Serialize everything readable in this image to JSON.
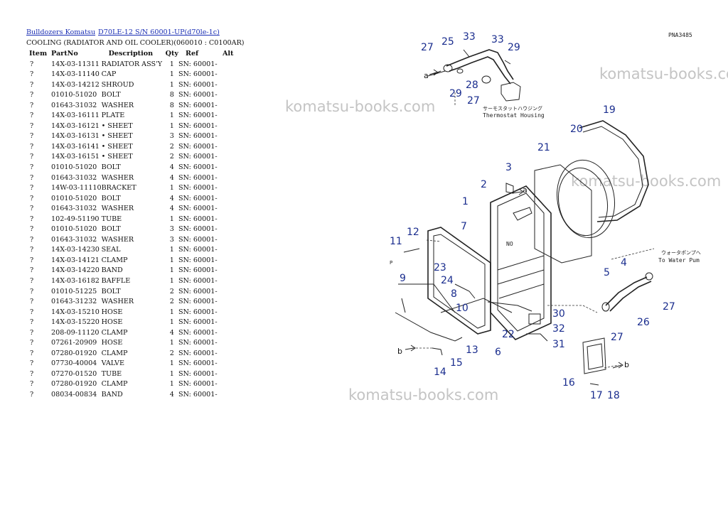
{
  "breadcrumb": {
    "link1": "Bulldozers Komatsu",
    "link2": "D70LE-12 S/N 60001-UP(d70le-1c)"
  },
  "section_title": "COOLING (RADIATOR AND OIL COOLER)(060010 : C0100AR)",
  "table": {
    "headers": {
      "item": "Item",
      "partno": "PartNo",
      "description": "Description",
      "qty": "Qty",
      "ref": "Ref",
      "alt": "Alt"
    },
    "rows": [
      {
        "item": "?",
        "partno": "14X-03-11311",
        "desc": "RADIATOR ASS'Y",
        "qty": "1",
        "ref": "SN: 60001-"
      },
      {
        "item": "?",
        "partno": "14X-03-11140",
        "desc": "CAP",
        "qty": "1",
        "ref": "SN: 60001-"
      },
      {
        "item": "?",
        "partno": "14X-03-14212",
        "desc": "SHROUD",
        "qty": "1",
        "ref": "SN: 60001-"
      },
      {
        "item": "?",
        "partno": "01010-51020",
        "desc": "BOLT",
        "qty": "8",
        "ref": "SN: 60001-"
      },
      {
        "item": "?",
        "partno": "01643-31032",
        "desc": "WASHER",
        "qty": "8",
        "ref": "SN: 60001-"
      },
      {
        "item": "?",
        "partno": "14X-03-16111",
        "desc": "PLATE",
        "qty": "1",
        "ref": "SN: 60001-"
      },
      {
        "item": "?",
        "partno": "14X-03-16121",
        "desc": "• SHEET",
        "qty": "1",
        "ref": "SN: 60001-"
      },
      {
        "item": "?",
        "partno": "14X-03-16131",
        "desc": "• SHEET",
        "qty": "3",
        "ref": "SN: 60001-"
      },
      {
        "item": "?",
        "partno": "14X-03-16141",
        "desc": "• SHEET",
        "qty": "2",
        "ref": "SN: 60001-"
      },
      {
        "item": "?",
        "partno": "14X-03-16151",
        "desc": "• SHEET",
        "qty": "2",
        "ref": "SN: 60001-"
      },
      {
        "item": "?",
        "partno": "01010-51020",
        "desc": "BOLT",
        "qty": "4",
        "ref": "SN: 60001-"
      },
      {
        "item": "?",
        "partno": "01643-31032",
        "desc": "WASHER",
        "qty": "4",
        "ref": "SN: 60001-"
      },
      {
        "item": "?",
        "partno": "14W-03-11110",
        "desc": "BRACKET",
        "qty": "1",
        "ref": "SN: 60001-"
      },
      {
        "item": "?",
        "partno": "01010-51020",
        "desc": "BOLT",
        "qty": "4",
        "ref": "SN: 60001-"
      },
      {
        "item": "?",
        "partno": "01643-31032",
        "desc": "WASHER",
        "qty": "4",
        "ref": "SN: 60001-"
      },
      {
        "item": "?",
        "partno": "102-49-51190",
        "desc": "TUBE",
        "qty": "1",
        "ref": "SN: 60001-"
      },
      {
        "item": "?",
        "partno": "01010-51020",
        "desc": "BOLT",
        "qty": "3",
        "ref": "SN: 60001-"
      },
      {
        "item": "?",
        "partno": "01643-31032",
        "desc": "WASHER",
        "qty": "3",
        "ref": "SN: 60001-"
      },
      {
        "item": "?",
        "partno": "14X-03-14230",
        "desc": "SEAL",
        "qty": "1",
        "ref": "SN: 60001-"
      },
      {
        "item": "?",
        "partno": "14X-03-14121",
        "desc": "CLAMP",
        "qty": "1",
        "ref": "SN: 60001-"
      },
      {
        "item": "?",
        "partno": "14X-03-14220",
        "desc": "BAND",
        "qty": "1",
        "ref": "SN: 60001-"
      },
      {
        "item": "?",
        "partno": "14X-03-16182",
        "desc": "BAFFLE",
        "qty": "1",
        "ref": "SN: 60001-"
      },
      {
        "item": "?",
        "partno": "01010-51225",
        "desc": "BOLT",
        "qty": "2",
        "ref": "SN: 60001-"
      },
      {
        "item": "?",
        "partno": "01643-31232",
        "desc": "WASHER",
        "qty": "2",
        "ref": "SN: 60001-"
      },
      {
        "item": "?",
        "partno": "14X-03-15210",
        "desc": "HOSE",
        "qty": "1",
        "ref": "SN: 60001-"
      },
      {
        "item": "?",
        "partno": "14X-03-15220",
        "desc": "HOSE",
        "qty": "1",
        "ref": "SN: 60001-"
      },
      {
        "item": "?",
        "partno": "208-09-11120",
        "desc": "CLAMP",
        "qty": "4",
        "ref": "SN: 60001-"
      },
      {
        "item": "?",
        "partno": "07261-20909",
        "desc": "HOSE",
        "qty": "1",
        "ref": "SN: 60001-"
      },
      {
        "item": "?",
        "partno": "07280-01920",
        "desc": "CLAMP",
        "qty": "2",
        "ref": "SN: 60001-"
      },
      {
        "item": "?",
        "partno": "07730-40004",
        "desc": "VALVE",
        "qty": "1",
        "ref": "SN: 60001-"
      },
      {
        "item": "?",
        "partno": "07270-01520",
        "desc": "TUBE",
        "qty": "1",
        "ref": "SN: 60001-"
      },
      {
        "item": "?",
        "partno": "07280-01920",
        "desc": "CLAMP",
        "qty": "1",
        "ref": "SN: 60001-"
      },
      {
        "item": "?",
        "partno": "08034-00834",
        "desc": "BAND",
        "qty": "4",
        "ref": "SN: 60001-"
      }
    ]
  },
  "diagram": {
    "code": "PNA3485",
    "watermark": "komatsu-books.com",
    "callouts": [
      "1",
      "2",
      "3",
      "4",
      "5",
      "6",
      "7",
      "8",
      "9",
      "10",
      "11",
      "12",
      "13",
      "14",
      "15",
      "16",
      "17",
      "18",
      "19",
      "20",
      "21",
      "22",
      "23",
      "24",
      "25",
      "26",
      "27",
      "28",
      "29",
      "30",
      "31",
      "32",
      "33"
    ],
    "ref_a": "a",
    "ref_b": "b",
    "ref_p": "P",
    "thermostat_jp": "サーモスタットハウジング",
    "thermostat_en": "Thermostat Housing",
    "pump_jp": "ウォータポンプへ",
    "pump_en": "To Water Pum",
    "radiator_text": "NO"
  }
}
